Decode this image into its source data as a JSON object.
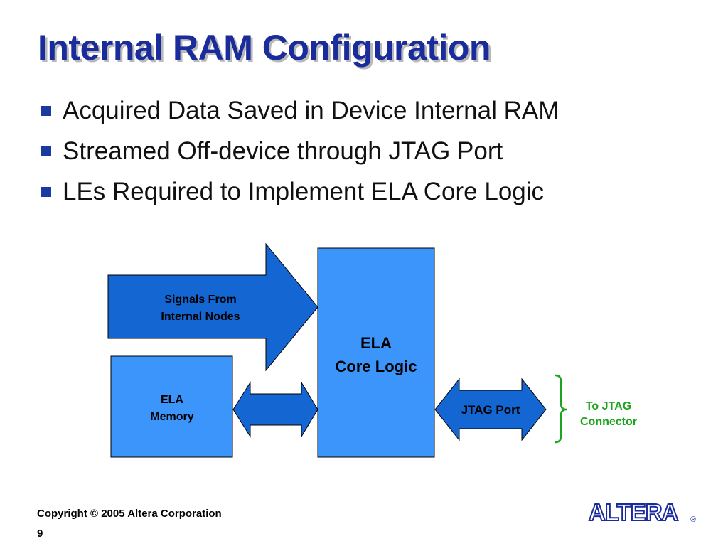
{
  "slide": {
    "title": "Internal RAM Configuration",
    "bullets": [
      "Acquired Data Saved in Device Internal RAM",
      "Streamed Off-device through JTAG Port",
      "LEs Required to Implement ELA Core Logic"
    ]
  },
  "diagram": {
    "signals_arrow": {
      "line1": "Signals From",
      "line2": "Internal Nodes"
    },
    "ela_core": {
      "line1": "ELA",
      "line2": "Core Logic"
    },
    "ela_memory": {
      "line1": "ELA",
      "line2": "Memory"
    },
    "jtag_port": "JTAG Port",
    "to_jtag": {
      "line1": "To JTAG",
      "line2": "Connector"
    }
  },
  "footer": {
    "copyright": "Copyright © 2005 Altera Corporation",
    "page_number": "9"
  },
  "logo": {
    "text": "ALTERA",
    "registered": "®"
  },
  "colors": {
    "title": "#1a2b9c",
    "bullet": "#1a3aa0",
    "dark_blue_shape": "#1466d2",
    "light_blue_shape": "#3c95fb",
    "bracket_green": "#1fa31f"
  }
}
